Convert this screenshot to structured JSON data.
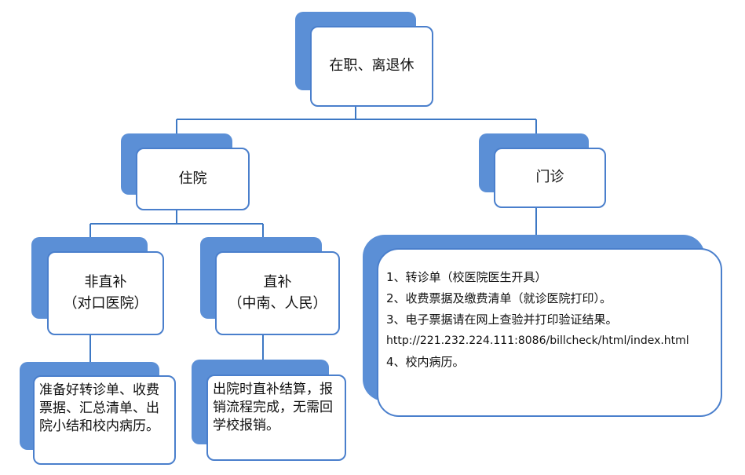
{
  "nodes": {
    "root": {
      "label": "在职、离退休"
    },
    "inpatient": {
      "label": "住院"
    },
    "outpatient": {
      "label": "门诊"
    },
    "non_direct": {
      "line1": "非直补",
      "line2": "（对口医院）"
    },
    "direct": {
      "line1": "直补",
      "line2": "（中南、人民）"
    },
    "non_direct_detail": {
      "text": "准备好转诊单、收费票据、汇总清单、出院小结和校内病历。"
    },
    "direct_detail": {
      "text": "出院时直补结算，报销流程完成，无需回学校报销。"
    },
    "outpatient_detail": {
      "items": [
        "1、转诊单（校医院医生开具）",
        "2、收费票据及缴费清单（就诊医院打印）。",
        "3、电子票据请在网上查验并打印验证结果。",
        "http://221.232.224.111:8086/billcheck/html/index.html",
        "4、校内病历。"
      ]
    }
  },
  "colors": {
    "accent": "#5b8fd6",
    "border": "#4a7fcc",
    "connector": "#3d78c4"
  }
}
